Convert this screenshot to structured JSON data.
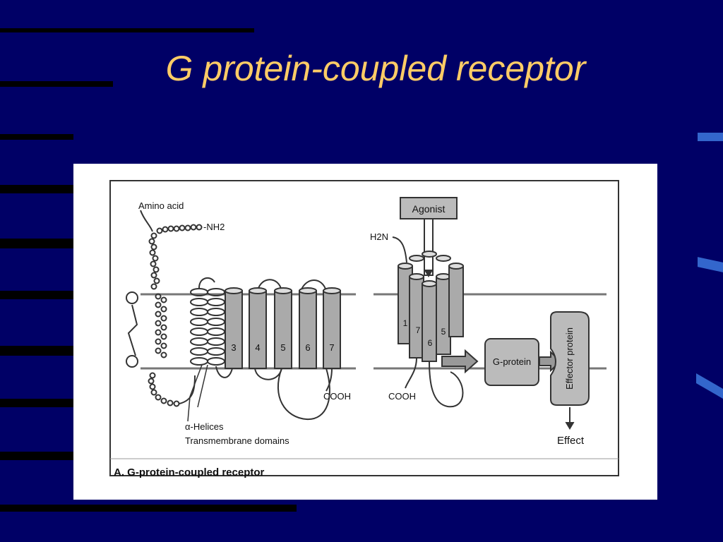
{
  "slide": {
    "title": "G protein-coupled receptor",
    "background": "#000066",
    "title_color": "#ffcc66",
    "accent": "#3366cc"
  },
  "figure": {
    "caption": "A. G-protein-coupled receptor",
    "left": {
      "amino_acid": "Amino acid",
      "nh2": "-NH2",
      "helices": "α-Helices",
      "domains": "Transmembrane domains",
      "cooh": "COOH",
      "helix_numbers": [
        "3",
        "4",
        "5",
        "6",
        "7"
      ]
    },
    "right": {
      "agonist": "Agonist",
      "h2n": "H2N",
      "cooh": "COOH",
      "g_protein": "G-protein",
      "effector": "Effector protein",
      "effect": "Effect",
      "bundle_numbers": [
        "1",
        "7",
        "6",
        "5"
      ]
    }
  }
}
